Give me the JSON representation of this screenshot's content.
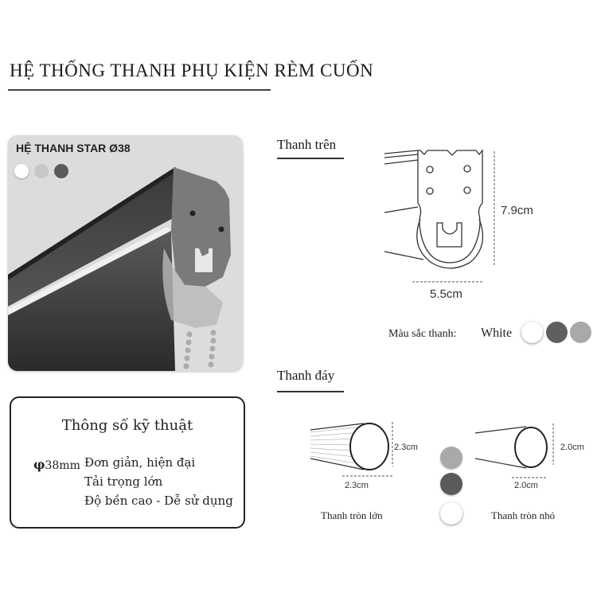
{
  "header": {
    "title": "HỆ THỐNG THANH PHỤ KIỆN RÈM CUỐN"
  },
  "product_card": {
    "title": "HỆ THANH STAR Ø38",
    "swatches": [
      {
        "name": "white",
        "color": "#ffffff"
      },
      {
        "name": "light-gray",
        "color": "#c8c8c8"
      },
      {
        "name": "dark-gray",
        "color": "#5a5a5a"
      }
    ]
  },
  "specs": {
    "title": "Thông số kỹ thuật",
    "phi_symbol": "φ",
    "diameter": "38mm",
    "lines": [
      "Đơn giản, hiện đại",
      "Tải trọng lớn",
      "Độ bền cao - Dễ sử dụng"
    ]
  },
  "top_bar": {
    "label": "Thanh trên",
    "height_dim": "7.9cm",
    "width_dim": "5.5cm",
    "color_label": "Màu sắc thanh:",
    "color_value": "White",
    "swatches": [
      {
        "name": "white",
        "color": "#ffffff"
      },
      {
        "name": "dark-gray",
        "color": "#5f5f5f"
      },
      {
        "name": "light-gray",
        "color": "#a9a9a9"
      }
    ]
  },
  "bottom_bar": {
    "label": "Thanh đáy",
    "large": {
      "name": "Thanh tròn lớn",
      "height_dim": "2.3cm",
      "width_dim": "2.3cm"
    },
    "small": {
      "name": "Thanh tròn nhỏ",
      "height_dim": "2.0cm",
      "width_dim": "2.0cm"
    },
    "swatches": [
      {
        "name": "light-gray",
        "color": "#a9a9a9"
      },
      {
        "name": "dark-gray",
        "color": "#5a5a5a"
      },
      {
        "name": "white",
        "color": "#ffffff"
      }
    ]
  }
}
